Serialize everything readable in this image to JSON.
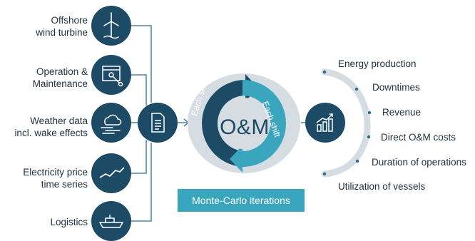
{
  "inputs": [
    {
      "id": "turbine",
      "label_lines": [
        "Offshore",
        "wind turbine"
      ],
      "icon": "wind-turbine-icon"
    },
    {
      "id": "maintenance",
      "label_lines": [
        "Operation &",
        "Maintenance"
      ],
      "icon": "wrench-window-icon"
    },
    {
      "id": "weather",
      "label_lines": [
        "Weather data",
        "incl. wake effects"
      ],
      "icon": "cloud-wind-icon"
    },
    {
      "id": "electricity",
      "label_lines": [
        "Electricity price",
        "time series"
      ],
      "icon": "price-line-icon"
    },
    {
      "id": "logistics",
      "label_lines": [
        "Logistics"
      ],
      "icon": "ship-icon"
    }
  ],
  "hub": {
    "icon": "document-icon"
  },
  "cycle": {
    "center": "O&M",
    "left_arrow_text": "Each shift",
    "right_arrow_text": "Each shift"
  },
  "monte_carlo": "Monte-Carlo iterations",
  "result": {
    "icon": "bar-chart-growth-icon"
  },
  "outputs": [
    "Energy production",
    "Downtimes",
    "Revenue",
    "Direct O&M costs",
    "Duration of operations",
    "Utilization of vessels"
  ],
  "colors": {
    "dark": "#1d4b66",
    "light": "#3aa6bd",
    "ring": "#d5dde3",
    "line": "#2c6f8a"
  }
}
